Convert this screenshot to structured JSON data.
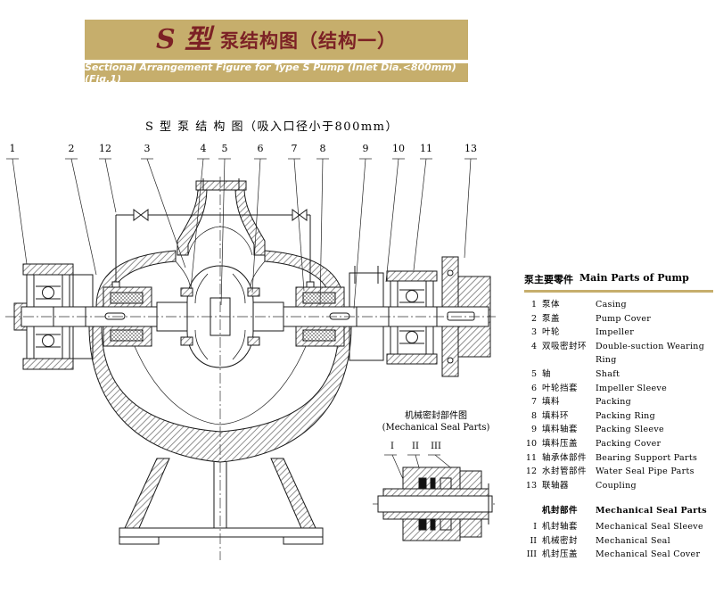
{
  "colors": {
    "banner-bg": "#c6ae6c",
    "banner-title": "#7c2125",
    "banner-subtitle-text": "#ffffff",
    "table-underline": "#c6ae6c"
  },
  "banner": {
    "title_prefix": "S 型",
    "title_main": "泵结构图（结构一）",
    "subtitle": "Sectional Arrangement Figure for Type S Pump (Inlet Dia.<800mm)  (Fig.1)"
  },
  "drawing": {
    "caption": "S 型 泵 结 构 图（吸入口径小于800mm）",
    "callouts": [
      "1",
      "2",
      "12",
      "3",
      "4",
      "5",
      "6",
      "7",
      "8",
      "9",
      "10",
      "11",
      "13"
    ],
    "detail": {
      "label_cn": "机械密封部件图",
      "label_en": "(Mechanical Seal Parts)",
      "callouts": [
        "I",
        "II",
        "III"
      ]
    }
  },
  "parts_table": {
    "title_cn": "泵主要零件",
    "title_en": "Main Parts of Pump",
    "rows": [
      {
        "no": "1",
        "cn": "泵体",
        "en": "Casing"
      },
      {
        "no": "2",
        "cn": "泵盖",
        "en": "Pump Cover"
      },
      {
        "no": "3",
        "cn": "叶轮",
        "en": "Impeller"
      },
      {
        "no": "4",
        "cn": "双吸密封环",
        "en": "Double-suction Wearing Ring"
      },
      {
        "no": "5",
        "cn": "轴",
        "en": "Shaft"
      },
      {
        "no": "6",
        "cn": "叶轮挡套",
        "en": "Impeller Sleeve"
      },
      {
        "no": "7",
        "cn": "填料",
        "en": "Packing"
      },
      {
        "no": "8",
        "cn": "填料环",
        "en": "Packing Ring"
      },
      {
        "no": "9",
        "cn": "填料轴套",
        "en": "Packing Sleeve"
      },
      {
        "no": "10",
        "cn": "填料压盖",
        "en": "Packing Cover"
      },
      {
        "no": "11",
        "cn": "轴承体部件",
        "en": "Bearing Support Parts"
      },
      {
        "no": "12",
        "cn": "水封管部件",
        "en": "Water Seal Pipe Parts"
      },
      {
        "no": "13",
        "cn": "联轴器",
        "en": "Coupling"
      }
    ],
    "seal_title_cn": "机封部件",
    "seal_title_en": "Mechanical Seal Parts",
    "seal_rows": [
      {
        "no": "I",
        "cn": "机封轴套",
        "en": "Mechanical Seal Sleeve"
      },
      {
        "no": "II",
        "cn": "机械密封",
        "en": "Mechanical Seal"
      },
      {
        "no": "III",
        "cn": "机封压盖",
        "en": "Mechanical Seal Cover"
      }
    ]
  }
}
